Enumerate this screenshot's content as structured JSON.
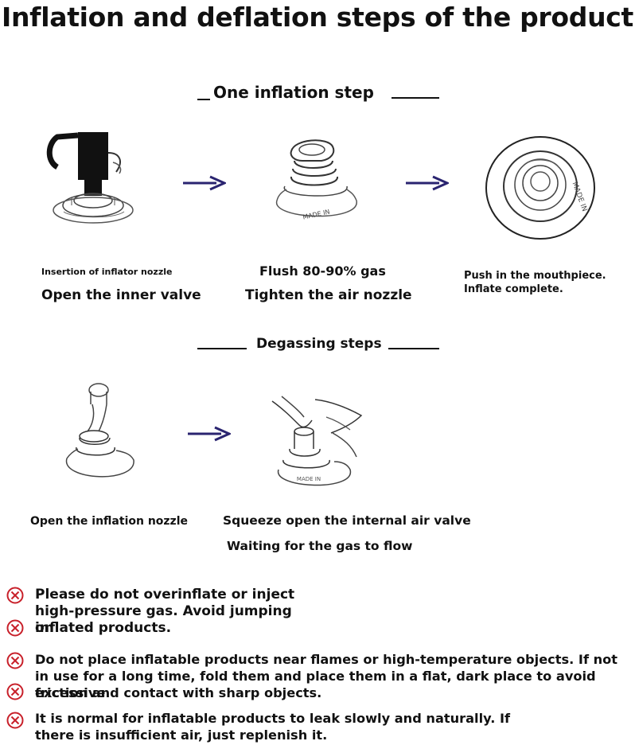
{
  "title": "Inflation and deflation steps of the product",
  "inflation": {
    "heading": "One inflation step",
    "steps": [
      {
        "caption_small": "Insertion of inflator nozzle",
        "caption": "Open the inner valve"
      },
      {
        "caption_top": "Flush 80-90% gas",
        "caption": "Tighten the air nozzle"
      },
      {
        "caption_line1": "Push in the mouthpiece.",
        "caption_line2": "Inflate complete."
      }
    ],
    "valve_text": "MADE IN"
  },
  "deflation": {
    "heading": "Degassing steps",
    "steps": [
      {
        "caption": "Open the inflation nozzle"
      },
      {
        "caption_line1": "Squeeze open the internal air valve",
        "caption_line2": "Waiting for the gas to flow"
      }
    ]
  },
  "warnings": [
    {
      "icon": "no-circle-icon",
      "text": "Please do not overinflate or inject high-pressure gas. Avoid jumping on"
    },
    {
      "icon": "no-circle-icon",
      "text": "inflated products."
    },
    {
      "icon": "no-circle-icon",
      "text": "Do not place inflatable products near flames or high-temperature objects. If not in use for a long time, fold them and place them in a flat, dark place to avoid excessive"
    },
    {
      "icon": "no-circle-icon",
      "text": "friction and contact with sharp objects."
    },
    {
      "icon": "no-circle-icon",
      "text": "It is normal for inflatable products to leak slowly and naturally. If there is insufficient air, just replenish it."
    }
  ],
  "colors": {
    "arrow": "#2a2470",
    "warning": "#c8202a",
    "ink": "#111111"
  }
}
